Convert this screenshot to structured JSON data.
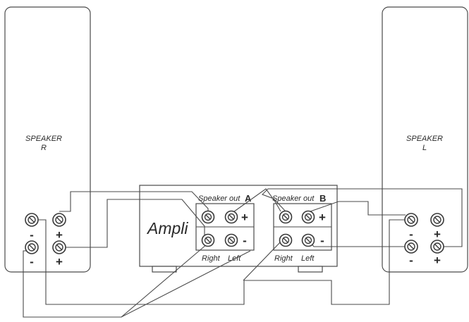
{
  "speakers": {
    "right": {
      "title": "SPEAKER",
      "channel": "R"
    },
    "left": {
      "title": "SPEAKER",
      "channel": "L"
    }
  },
  "amplifier": {
    "label": "Ampli",
    "output_a": {
      "label": "Speaker out",
      "letter": "A"
    },
    "output_b": {
      "label": "Speaker out",
      "letter": "B"
    },
    "channel_right": "Right",
    "channel_left": "Left"
  },
  "signs": {
    "plus": "+",
    "minus": "-"
  }
}
